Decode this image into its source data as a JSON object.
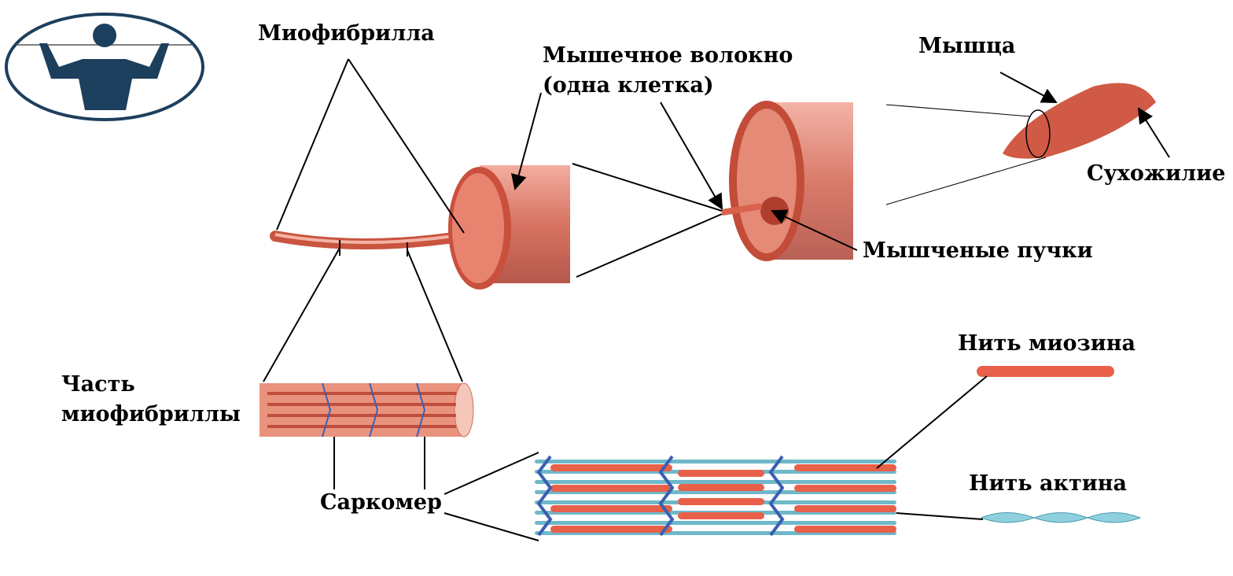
{
  "logo": {
    "icon": "bodybuilder-logo"
  },
  "labels": {
    "myofibril": "Миофибрилла",
    "fiber_line1": "Мышечное волокно",
    "fiber_line2": "(одна клетка)",
    "muscle": "Мышца",
    "tendon": "Сухожилие",
    "bundles": "Мышченые пучки",
    "part_line1": "Часть",
    "part_line2": "миофибриллы",
    "sarcomere": "Саркомер",
    "myosin": "Нить миозина",
    "actin": "Нить актина"
  },
  "colors": {
    "muscle": "#d9624f",
    "myosin": "#e8604a",
    "actin": "#6fb8c9",
    "zdisc": "#3a5fb0"
  }
}
